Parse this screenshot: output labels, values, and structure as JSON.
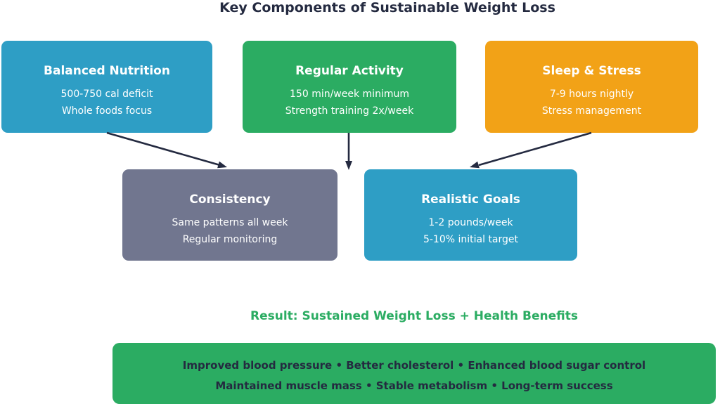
{
  "title": "Key Components of Sustainable Weight Loss",
  "colors": {
    "navy": "#242A40",
    "blue": "#2E9EC5",
    "green": "#2BAC62",
    "orange": "#F2A217",
    "gray": "#71768F"
  },
  "boxes": {
    "balanced_nutrition": {
      "title": "Balanced Nutrition",
      "line1": "500-750 cal deficit",
      "line2": "Whole foods focus"
    },
    "regular_activity": {
      "title": "Regular Activity",
      "line1": "150 min/week minimum",
      "line2": "Strength training 2x/week"
    },
    "sleep_stress": {
      "title": "Sleep & Stress",
      "line1": "7-9 hours nightly",
      "line2": "Stress management"
    },
    "consistency": {
      "title": "Consistency",
      "line1": "Same patterns all week",
      "line2": "Regular monitoring"
    },
    "realistic_goals": {
      "title": "Realistic Goals",
      "line1": "1-2 pounds/week",
      "line2": "5-10% initial target"
    }
  },
  "result_label": "Result: Sustained Weight Loss + Health Benefits",
  "benefits": {
    "line1": "Improved blood pressure • Better cholesterol • Enhanced blood sugar control",
    "line2": "Maintained muscle mass • Stable metabolism • Long-term success"
  }
}
